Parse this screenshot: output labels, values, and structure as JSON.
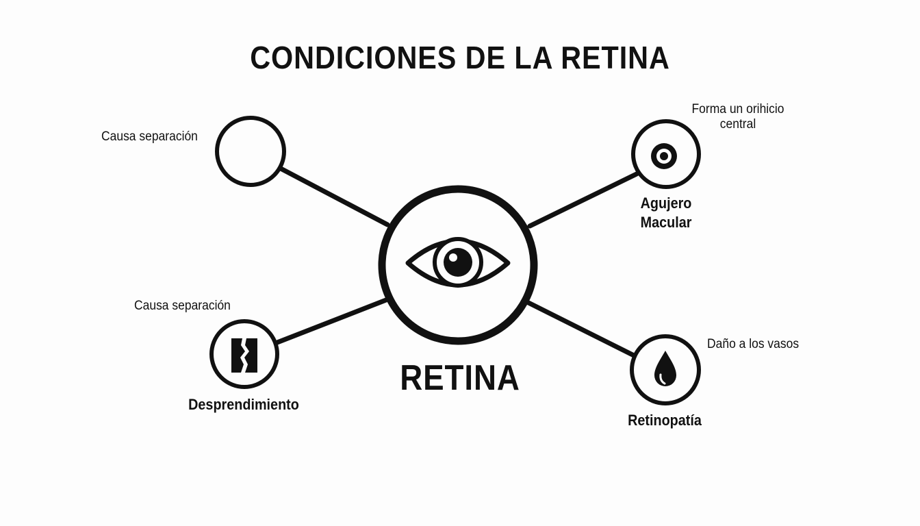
{
  "title": "CONDICIONES DE LA RETINA",
  "center": {
    "label": "RETINA",
    "icon": "eye-icon"
  },
  "nodes": [
    {
      "id": "top-left",
      "name": "",
      "description": "Causa separación",
      "icon": "empty-circle"
    },
    {
      "id": "top-right",
      "name": "Agujero\nMacular",
      "description": "Forma un orihicio\ncentral",
      "icon": "target-icon"
    },
    {
      "id": "bottom-left",
      "name": "Desprendimiento",
      "description": "Causa separación",
      "icon": "torn-layer-icon"
    },
    {
      "id": "bottom-right",
      "name": "Retinopatía",
      "description": "Daño a los vasos",
      "icon": "blood-drop-icon"
    }
  ],
  "colors": {
    "stroke": "#111111",
    "background": "#fdfdfd"
  }
}
